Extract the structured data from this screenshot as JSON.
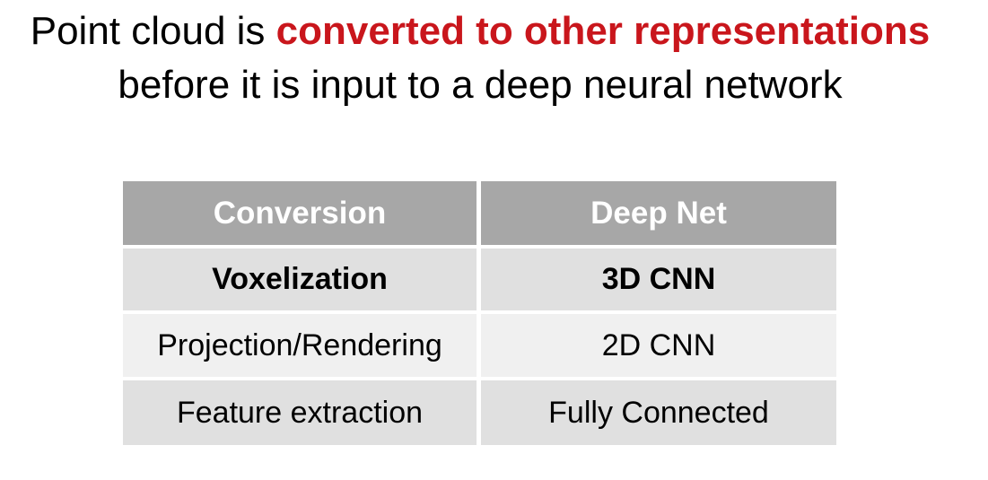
{
  "title": {
    "line1_plain": "Point cloud is ",
    "line1_highlight": "converted to other representations",
    "line2": "before it is input to a deep neural network"
  },
  "table": {
    "columns": [
      "Conversion",
      "Deep Net"
    ],
    "rows": [
      {
        "conversion": "Voxelization",
        "deep_net": "3D CNN"
      },
      {
        "conversion": "Projection/Rendering",
        "deep_net": "2D CNN"
      },
      {
        "conversion": "Feature extraction",
        "deep_net": "Fully Connected"
      }
    ]
  },
  "colors": {
    "highlight_red": "#C9161C",
    "table_header_bg": "#A7A7A7",
    "table_header_text": "#FFFFFF",
    "table_row_dark_bg": "#E0E0E0",
    "table_row_light_bg": "#F0F0F0",
    "body_text": "#000000",
    "background": "#FFFFFF"
  }
}
